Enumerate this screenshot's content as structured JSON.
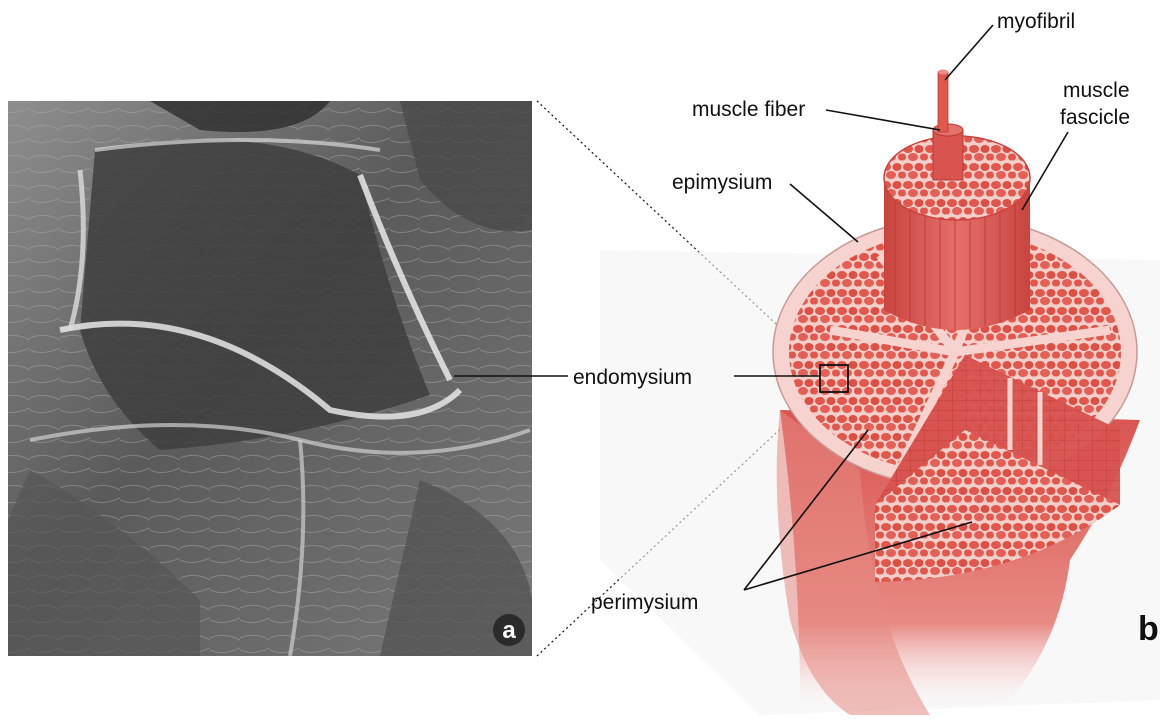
{
  "panels": {
    "a_label": "a",
    "b_label": "b"
  },
  "labels": {
    "myofibril": "myofibril",
    "muscle_fiber": "muscle fiber",
    "muscle_fascicle_line1": "muscle",
    "muscle_fascicle_line2": "fascicle",
    "epimysium": "epimysium",
    "endomysium": "endomysium",
    "perimysium": "perimysium"
  },
  "colors": {
    "muscle_red": "#d9534f",
    "fiber_red": "#e2574c",
    "connective_pink": "#f6d3cf",
    "sem_gray": "#6b6b6b"
  }
}
